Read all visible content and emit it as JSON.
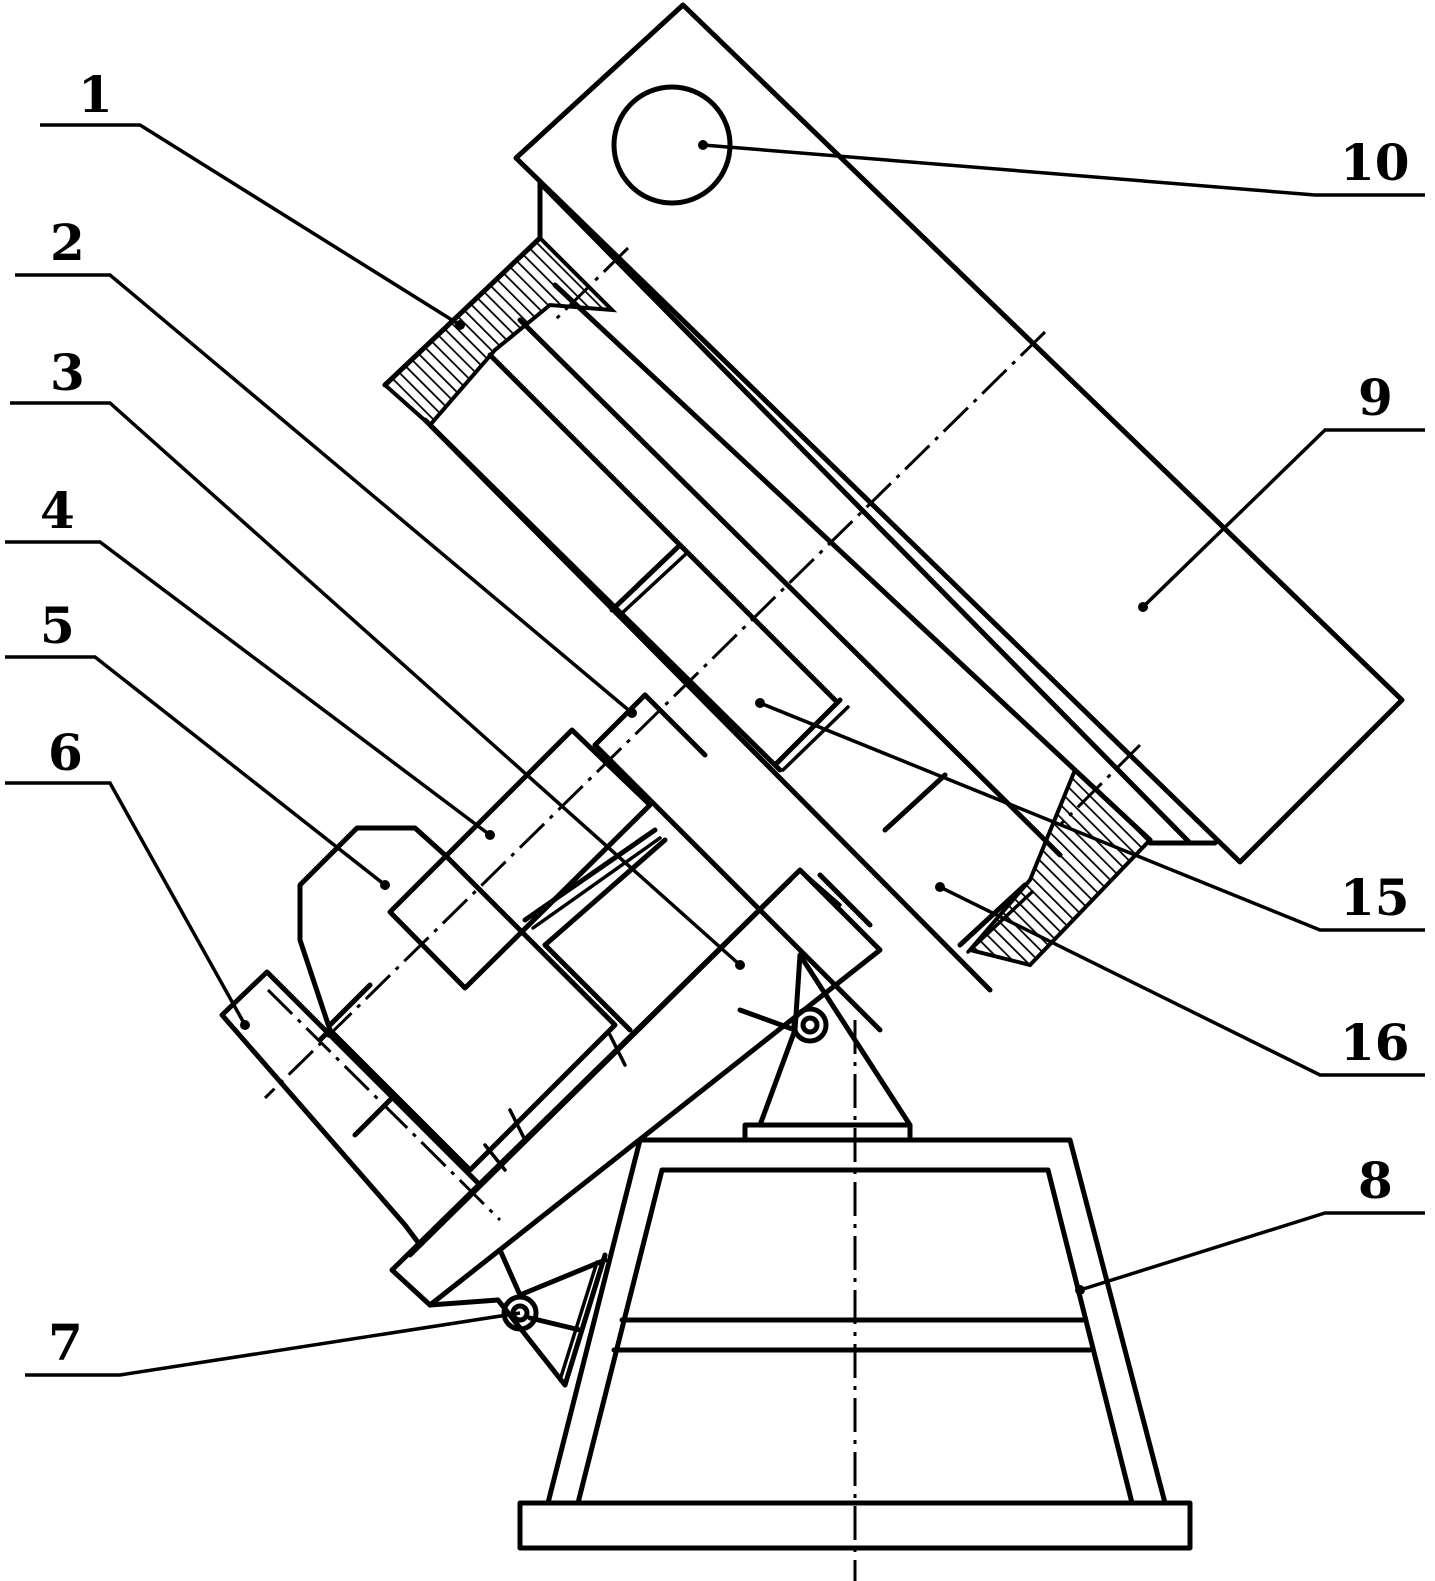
{
  "labels": {
    "l1": "1",
    "l2": "2",
    "l3": "3",
    "l4": "4",
    "l5": "5",
    "l6": "6",
    "l7": "7",
    "l8": "8",
    "l9": "9",
    "l10": "10",
    "l15": "15",
    "l16": "16"
  }
}
